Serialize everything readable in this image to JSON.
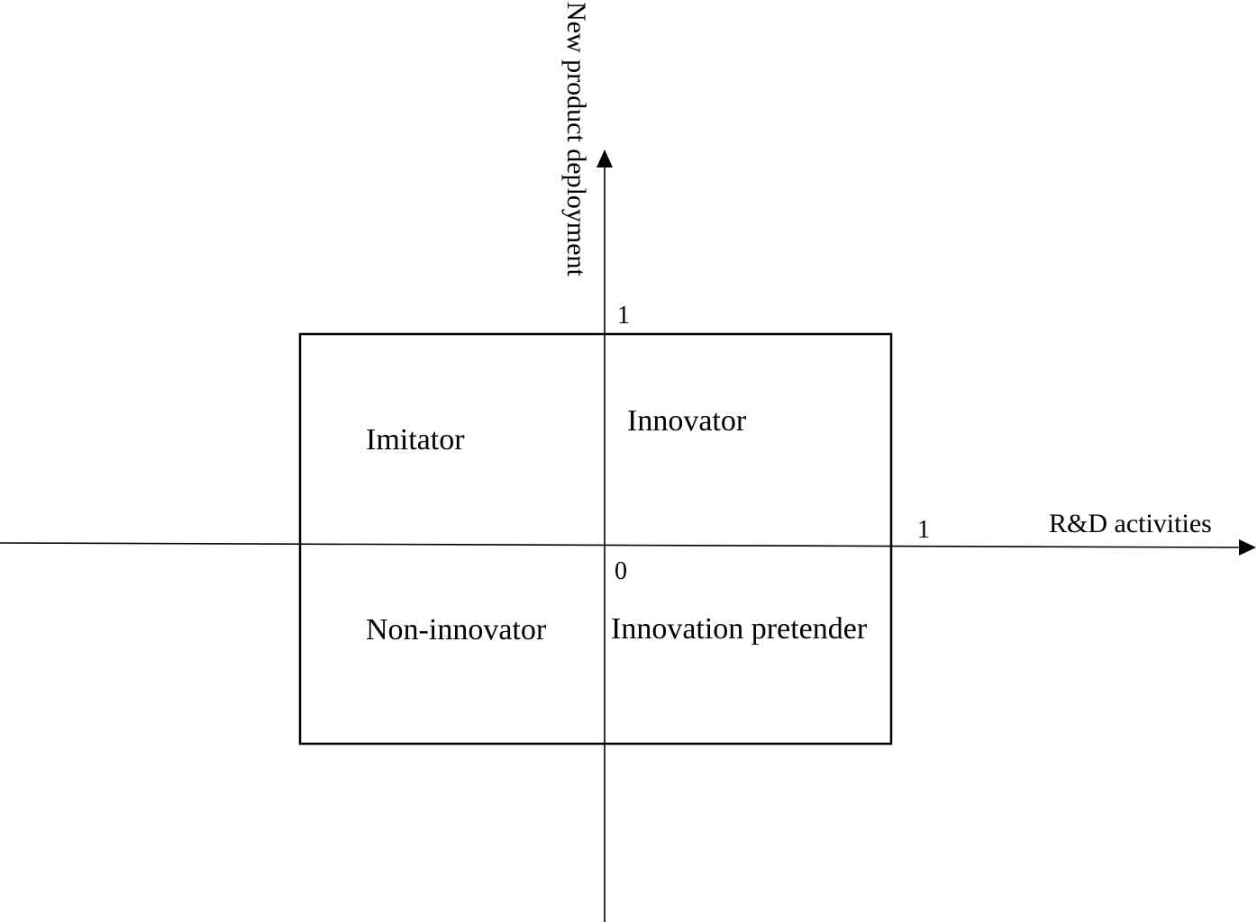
{
  "diagram": {
    "quadrants": {
      "top_left": "Imitator",
      "top_right": "Innovator",
      "bottom_left": "Non-innovator",
      "bottom_right": "Innovation pretender"
    },
    "axes": {
      "x_label": "R&D activities",
      "y_label": "New product deployment",
      "origin_label": "0",
      "x_max_label": "1",
      "y_max_label": "1"
    },
    "colors": {
      "stroke": "#000000",
      "background": "#ffffff"
    }
  }
}
